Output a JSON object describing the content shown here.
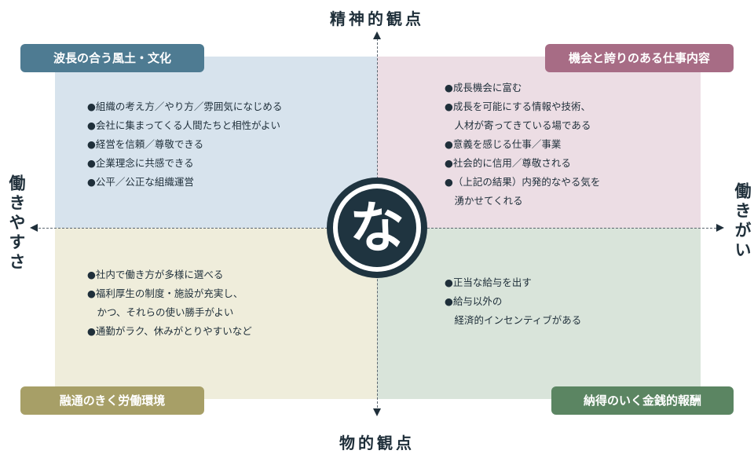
{
  "axes": {
    "top": "精神的観点",
    "bottom": "物的観点",
    "left": "働きやすさ",
    "right": "働きがい"
  },
  "emblem": {
    "glyph": "な",
    "name": "na-crest-icon"
  },
  "quadrants": {
    "top_left": {
      "title": "波長の合う風土・文化",
      "color": "#4e7b92",
      "items": [
        "●組織の考え方／やり方／雰囲気になじめる",
        "●会社に集まってくる人間たちと相性がよい",
        "●経営を信頼／尊敬できる",
        "●企業理念に共感できる",
        "●公平／公正な組織運営"
      ]
    },
    "top_right": {
      "title": "機会と誇りのある仕事内容",
      "color": "#a76c85",
      "items": [
        "●成長機会に富む",
        "●成長を可能にする情報や技術、",
        "　人材が寄ってきている場である",
        "●意義を感じる仕事／事業",
        "●社会的に信用／尊敬される",
        "●（上記の結果）内発的なやる気を",
        "　湧かせてくれる"
      ]
    },
    "bottom_left": {
      "title": "融通のきく労働環境",
      "color": "#a79f67",
      "items": [
        "●社内で働き方が多様に選べる",
        "●福利厚生の制度・施設が充実し、",
        "　かつ、それらの使い勝手がよい",
        "●通勤がラク、休みがとりやすいなど"
      ]
    },
    "bottom_right": {
      "title": "納得のいく金銭的報酬",
      "color": "#5b8562",
      "items": [
        "●正当な給与を出す",
        "●給与以外の",
        "　経済的インセンティブがある"
      ]
    }
  }
}
